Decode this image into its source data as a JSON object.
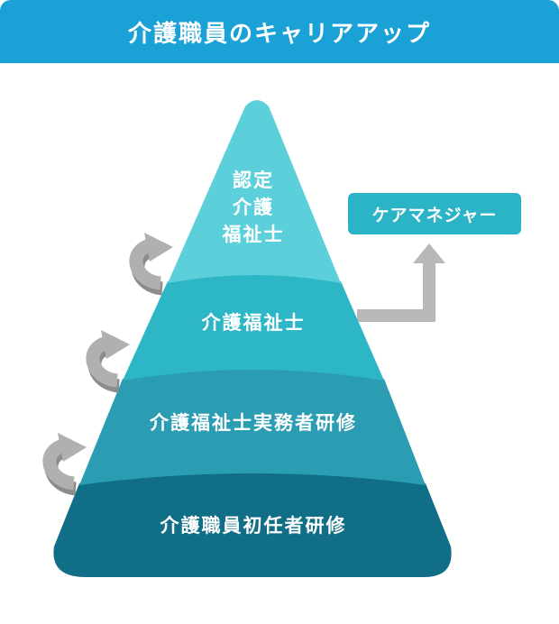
{
  "header": {
    "title": "介護職員のキャリアアップ"
  },
  "pyramid": {
    "levels": [
      {
        "label_lines": [
          "介護職員初任者研修"
        ],
        "color": "#106e86"
      },
      {
        "label_lines": [
          "介護福祉士実務者研修"
        ],
        "color": "#2a9db2"
      },
      {
        "label_lines": [
          "介護福祉士"
        ],
        "color": "#2cb6c6"
      },
      {
        "label_lines": [
          "認定",
          "介護",
          "福祉士"
        ],
        "color": "#5cd0da"
      }
    ]
  },
  "branch": {
    "label": "ケアマネジャー",
    "color": "#2bb3c6",
    "arrow_color": "#b8b8b8"
  },
  "step_arrows": {
    "color": "#b0b0b0",
    "shadow_color": "#8c8c8c"
  }
}
